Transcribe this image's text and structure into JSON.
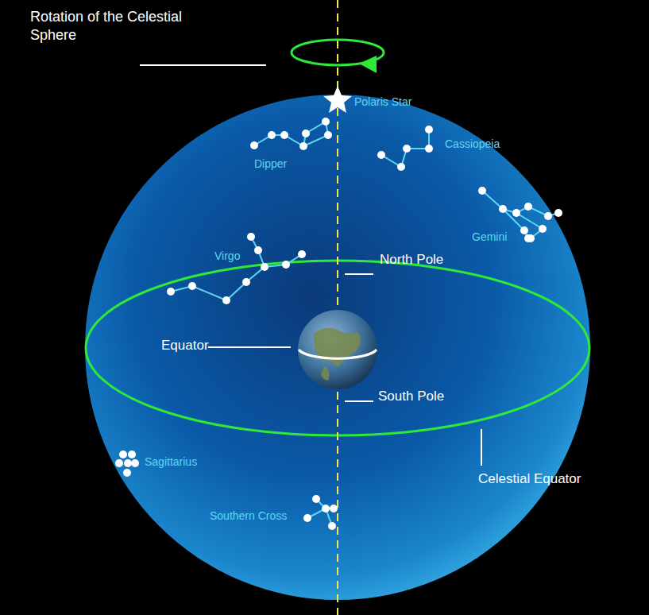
{
  "diagram": {
    "labels": [
      "Rotation of the Celestial Sphere",
      "Polaris Star",
      "Dipper",
      "Cassiopeia",
      "Gemini",
      "Virgo",
      "North Pole",
      "Equator",
      "South Pole",
      "Sagittarius",
      "Celestial Equator",
      "Southern Cross"
    ]
  }
}
